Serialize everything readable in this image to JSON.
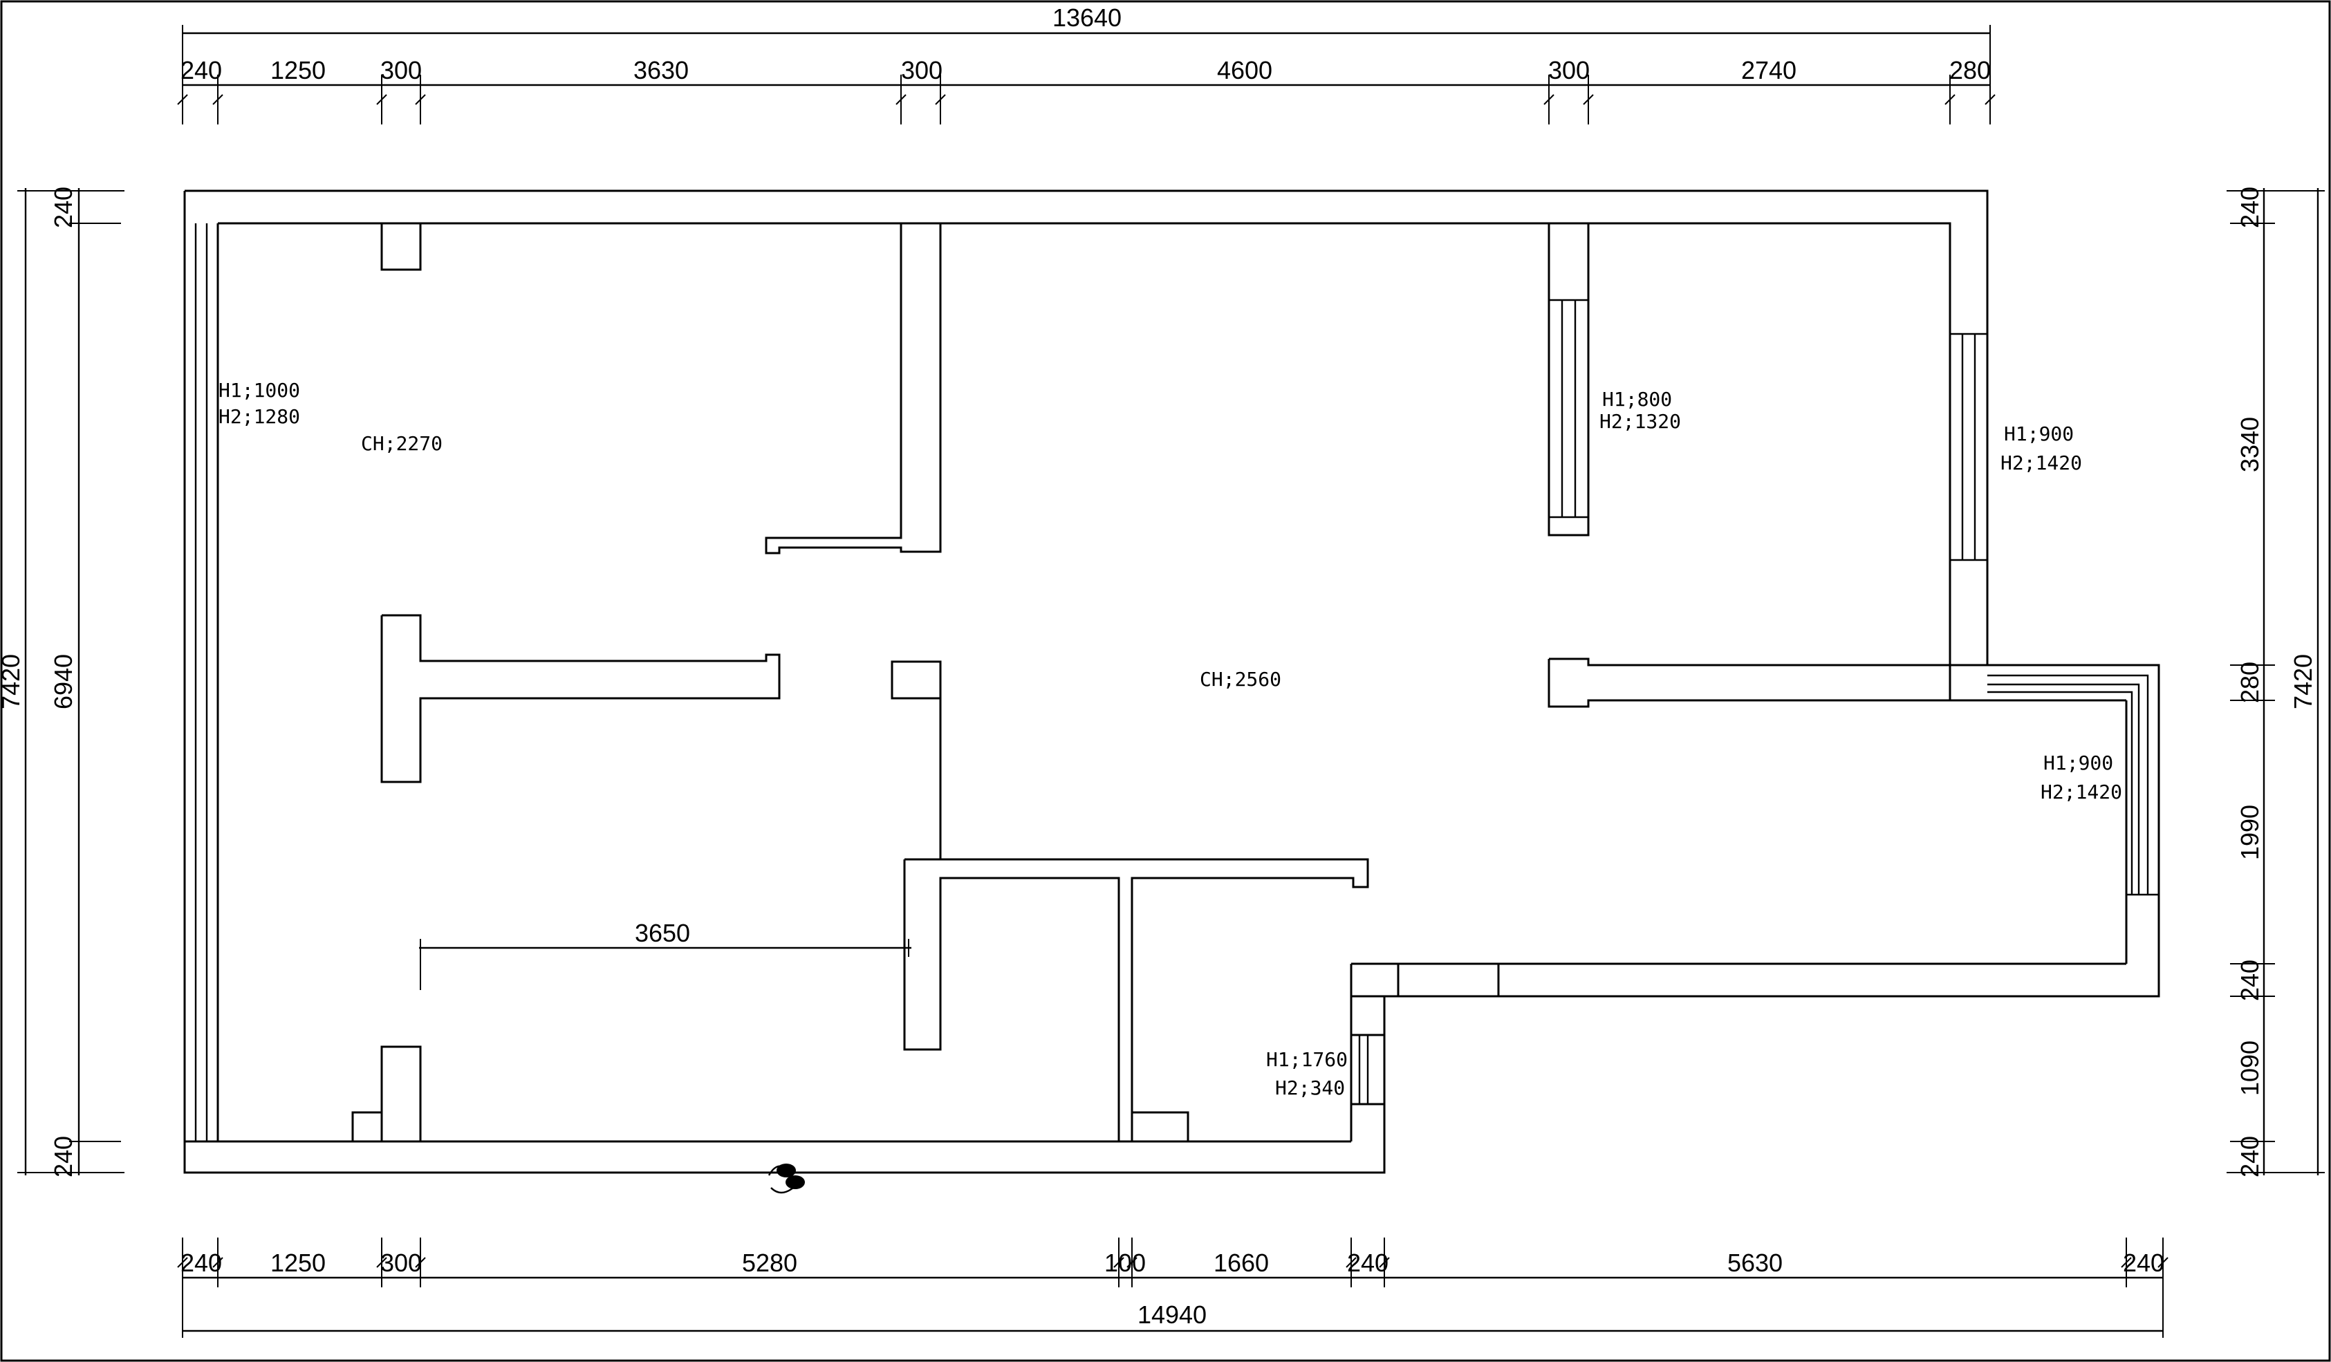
{
  "drawing": {
    "top_overall": "13640",
    "top_segments": [
      "240",
      "1250",
      "300",
      "3630",
      "300",
      "4600",
      "300",
      "2740",
      "280"
    ],
    "bottom_overall": "14940",
    "bottom_segments": [
      "240",
      "1250",
      "300",
      "5280",
      "100",
      "1660",
      "240",
      "5630",
      "240"
    ],
    "left_overall": "7420",
    "left_inner": "6940",
    "left_top": "240",
    "left_bottom": "240",
    "right_overall": "7420",
    "right_segments": [
      "240",
      "3340",
      "280",
      "1990",
      "240",
      "1090",
      "240"
    ],
    "interior_dim": "3650",
    "ceiling_heights": {
      "left_room": "CH;2270",
      "living": "CH;2560"
    },
    "window_notes": {
      "left": {
        "h1": "H1;1000",
        "h2": "H2;1280"
      },
      "mid": {
        "h1": "H1;800",
        "h2": "H2;1320"
      },
      "right": {
        "h1": "H1;900",
        "h2": "H2;1420"
      },
      "bay": {
        "h1": "H1;900",
        "h2": "H2;1420"
      },
      "bottom": {
        "h1": "H1;1760",
        "h2": "H2;340"
      }
    }
  }
}
